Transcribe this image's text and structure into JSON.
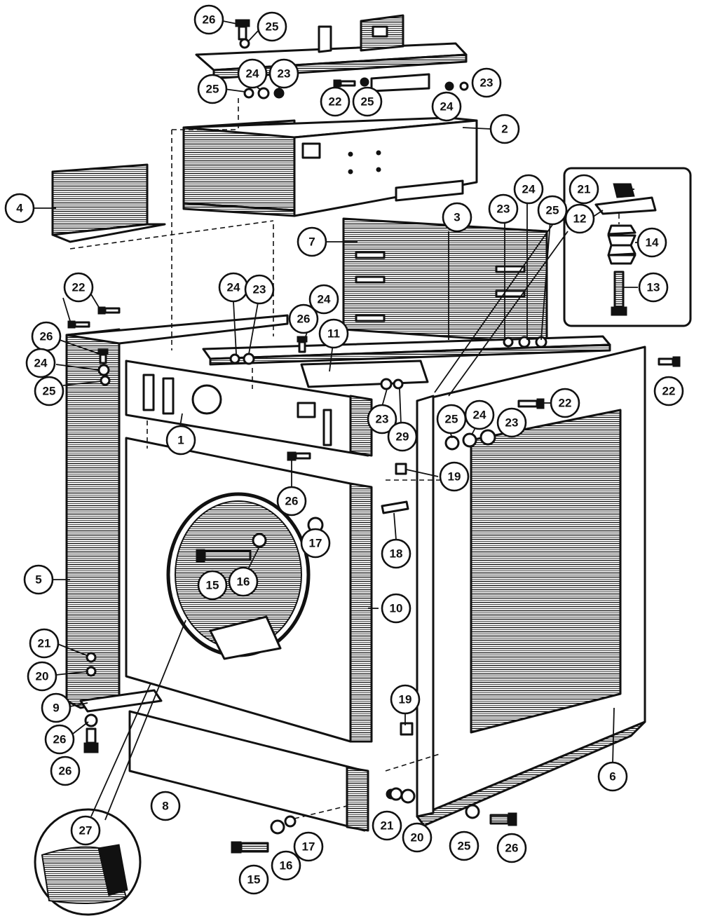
{
  "callouts": [
    {
      "label": "26"
    },
    {
      "label": "25"
    },
    {
      "label": "24"
    },
    {
      "label": "23"
    },
    {
      "label": "25"
    },
    {
      "label": "22"
    },
    {
      "label": "25"
    },
    {
      "label": "23"
    },
    {
      "label": "24"
    },
    {
      "label": "2"
    },
    {
      "label": "4"
    },
    {
      "label": "3"
    },
    {
      "label": "7"
    },
    {
      "label": "23"
    },
    {
      "label": "24"
    },
    {
      "label": "25"
    },
    {
      "label": "21"
    },
    {
      "label": "12"
    },
    {
      "label": "14"
    },
    {
      "label": "13"
    },
    {
      "label": "22"
    },
    {
      "label": "24"
    },
    {
      "label": "23"
    },
    {
      "label": "24"
    },
    {
      "label": "26"
    },
    {
      "label": "11"
    },
    {
      "label": "26"
    },
    {
      "label": "24"
    },
    {
      "label": "25"
    },
    {
      "label": "22"
    },
    {
      "label": "1"
    },
    {
      "label": "23"
    },
    {
      "label": "29"
    },
    {
      "label": "22"
    },
    {
      "label": "25"
    },
    {
      "label": "24"
    },
    {
      "label": "23"
    },
    {
      "label": "19"
    },
    {
      "label": "26"
    },
    {
      "label": "18"
    },
    {
      "label": "17"
    },
    {
      "label": "15"
    },
    {
      "label": "16"
    },
    {
      "label": "5"
    },
    {
      "label": "10"
    },
    {
      "label": "21"
    },
    {
      "label": "20"
    },
    {
      "label": "9"
    },
    {
      "label": "26"
    },
    {
      "label": "26"
    },
    {
      "label": "19"
    },
    {
      "label": "8"
    },
    {
      "label": "6"
    },
    {
      "label": "27"
    },
    {
      "label": "21"
    },
    {
      "label": "20"
    },
    {
      "label": "25"
    },
    {
      "label": "26"
    },
    {
      "label": "17"
    },
    {
      "label": "16"
    },
    {
      "label": "15"
    }
  ]
}
